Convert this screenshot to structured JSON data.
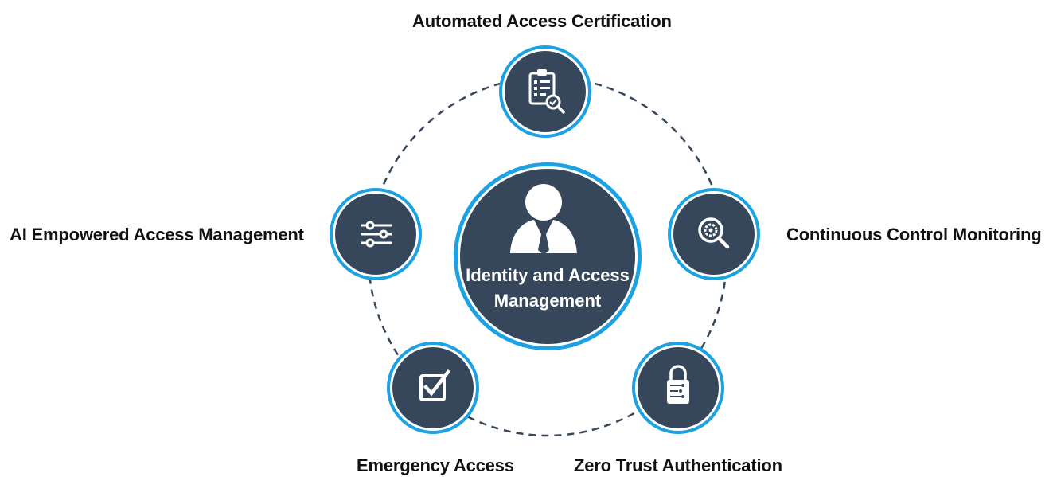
{
  "colors": {
    "node_fill": "#37475b",
    "node_ring": "#1ca1e2",
    "icon": "#ffffff",
    "dash": "#37475b"
  },
  "center": {
    "title_line1": "Identity and Access",
    "title_line2": "Management",
    "icon": "user-tie-icon"
  },
  "nodes": [
    {
      "id": "top",
      "label": "Automated Access Certification",
      "icon": "clipboard-check-icon"
    },
    {
      "id": "right",
      "label": "Continuous Control Monitoring",
      "icon": "gear-magnifier-icon"
    },
    {
      "id": "bottom-right",
      "label": "Zero Trust Authentication",
      "icon": "circuit-lock-icon"
    },
    {
      "id": "bottom-left",
      "label": "Emergency Access",
      "icon": "checkbox-icon"
    },
    {
      "id": "left",
      "label": "AI Empowered Access Management",
      "icon": "sliders-icon"
    }
  ]
}
